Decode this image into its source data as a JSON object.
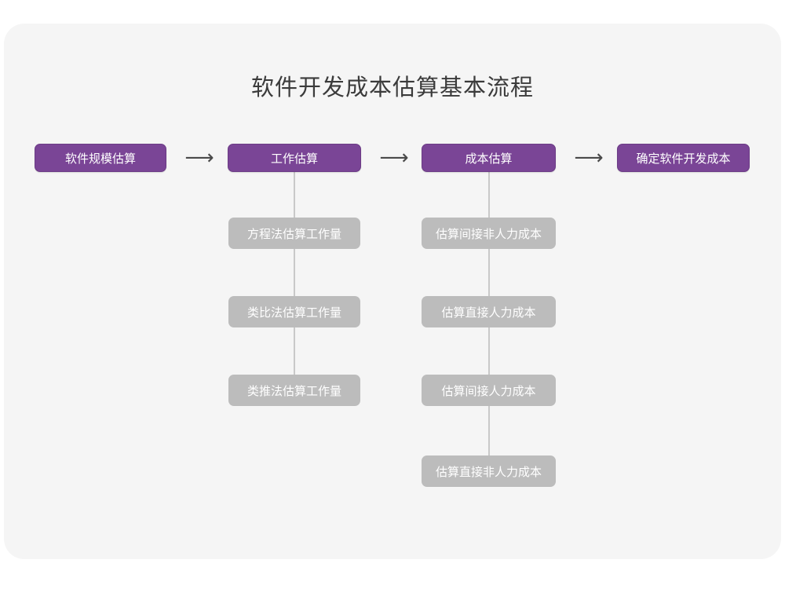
{
  "page": {
    "title": "软件开发成本估算基本流程",
    "background_color": "#ffffff",
    "card_color": "#f5f5f5",
    "accent_color": "#7a4596",
    "secondary_color": "#bcbcbc",
    "connector_color": "#c9c9c9",
    "title_color": "#3b3b3b"
  },
  "flow": {
    "arrow_glyph": "⟶",
    "stages": [
      {
        "label": "软件规模估算",
        "substeps": []
      },
      {
        "label": "工作估算",
        "substeps": [
          {
            "label": "方程法估算工作量"
          },
          {
            "label": "类比法估算工作量"
          },
          {
            "label": "类推法估算工作量"
          }
        ]
      },
      {
        "label": "成本估算",
        "substeps": [
          {
            "label": "估算间接非人力成本"
          },
          {
            "label": "估算直接人力成本"
          },
          {
            "label": "估算间接人力成本"
          },
          {
            "label": "估算直接非人力成本"
          }
        ]
      },
      {
        "label": "确定软件开发成本",
        "substeps": []
      }
    ],
    "arrows": [
      {
        "name": "arrow-1"
      },
      {
        "name": "arrow-2"
      },
      {
        "name": "arrow-3"
      }
    ]
  }
}
